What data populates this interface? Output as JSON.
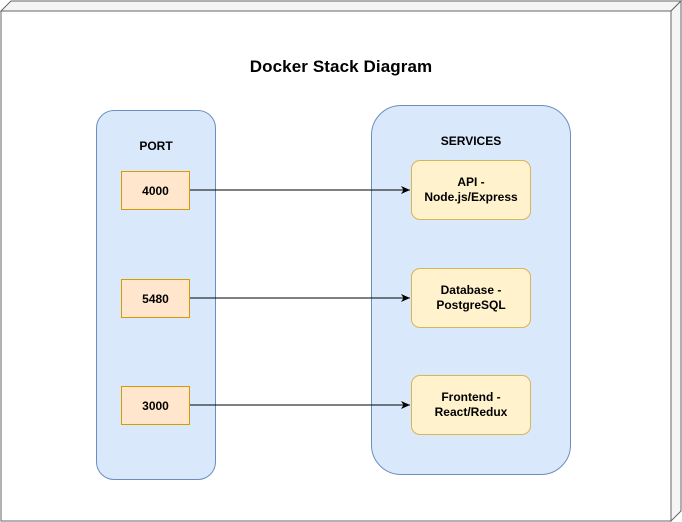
{
  "diagram": {
    "title": "Docker Stack Diagram",
    "port_group": {
      "label": "PORT",
      "ports": [
        {
          "label": "4000"
        },
        {
          "label": "5480"
        },
        {
          "label": "3000"
        }
      ]
    },
    "services_group": {
      "label": "SERVICES",
      "services": [
        {
          "label": "API - Node.js/Express"
        },
        {
          "label": "Database - PostgreSQL"
        },
        {
          "label": "Frontend - React/Redux"
        }
      ]
    },
    "connections": [
      {
        "from": "4000",
        "to": "API - Node.js/Express"
      },
      {
        "from": "5480",
        "to": "Database - PostgreSQL"
      },
      {
        "from": "3000",
        "to": "Frontend - React/Redux"
      }
    ]
  }
}
